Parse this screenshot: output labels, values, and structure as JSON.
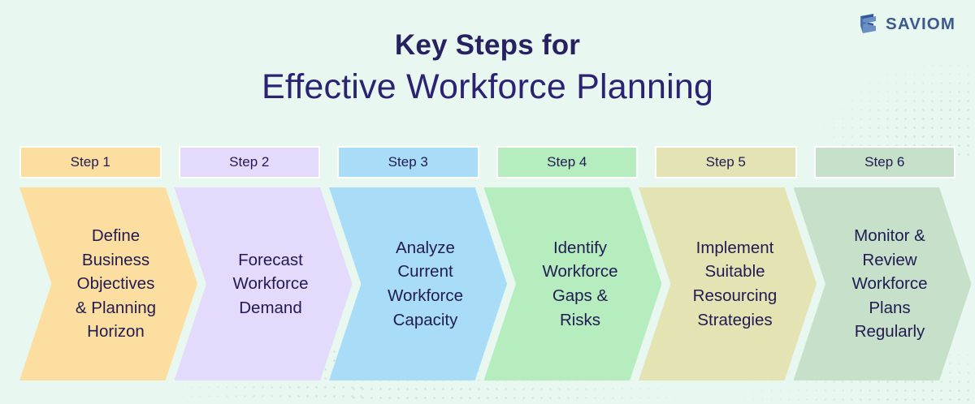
{
  "background": {
    "color": "#E8F7EF",
    "dot_color": "#C3DDCE"
  },
  "brand": {
    "name": "SAVIOM",
    "mark_name": "saviom-s-cube-logo",
    "text_color": "#3C5B8C",
    "mark_colors": [
      "#2E5C9A",
      "#6B8FC4",
      "#4C74AE"
    ]
  },
  "title": {
    "line1": "Key Steps for",
    "line2": "Effective Workforce Planning",
    "color": "#2B2273"
  },
  "steps": [
    {
      "label": "Step 1",
      "text": "Define\nBusiness\nObjectives\n& Planning\nHorizon",
      "color": "#FCDFA0",
      "label_color": "#FCDFA0"
    },
    {
      "label": "Step 2",
      "text": "Forecast\nWorkforce\nDemand",
      "color": "#E4DAFC",
      "label_color": "#E4DAFC"
    },
    {
      "label": "Step 3",
      "text": "Analyze\nCurrent\nWorkforce\nCapacity",
      "color": "#A9DCF7",
      "label_color": "#A9DCF7"
    },
    {
      "label": "Step 4",
      "text": "Identify\nWorkforce\nGaps &\nRisks",
      "color": "#B6EDBE",
      "label_color": "#B6EDBE"
    },
    {
      "label": "Step 5",
      "text": "Implement\nSuitable\nResourcing\nStrategies",
      "color": "#E4E3B4",
      "label_color": "#E4E3B4"
    },
    {
      "label": "Step 6",
      "text": "Monitor &\nReview\nWorkforce\nPlans\nRegularly",
      "color": "#C6E0CA",
      "label_color": "#C6E0CA"
    }
  ]
}
